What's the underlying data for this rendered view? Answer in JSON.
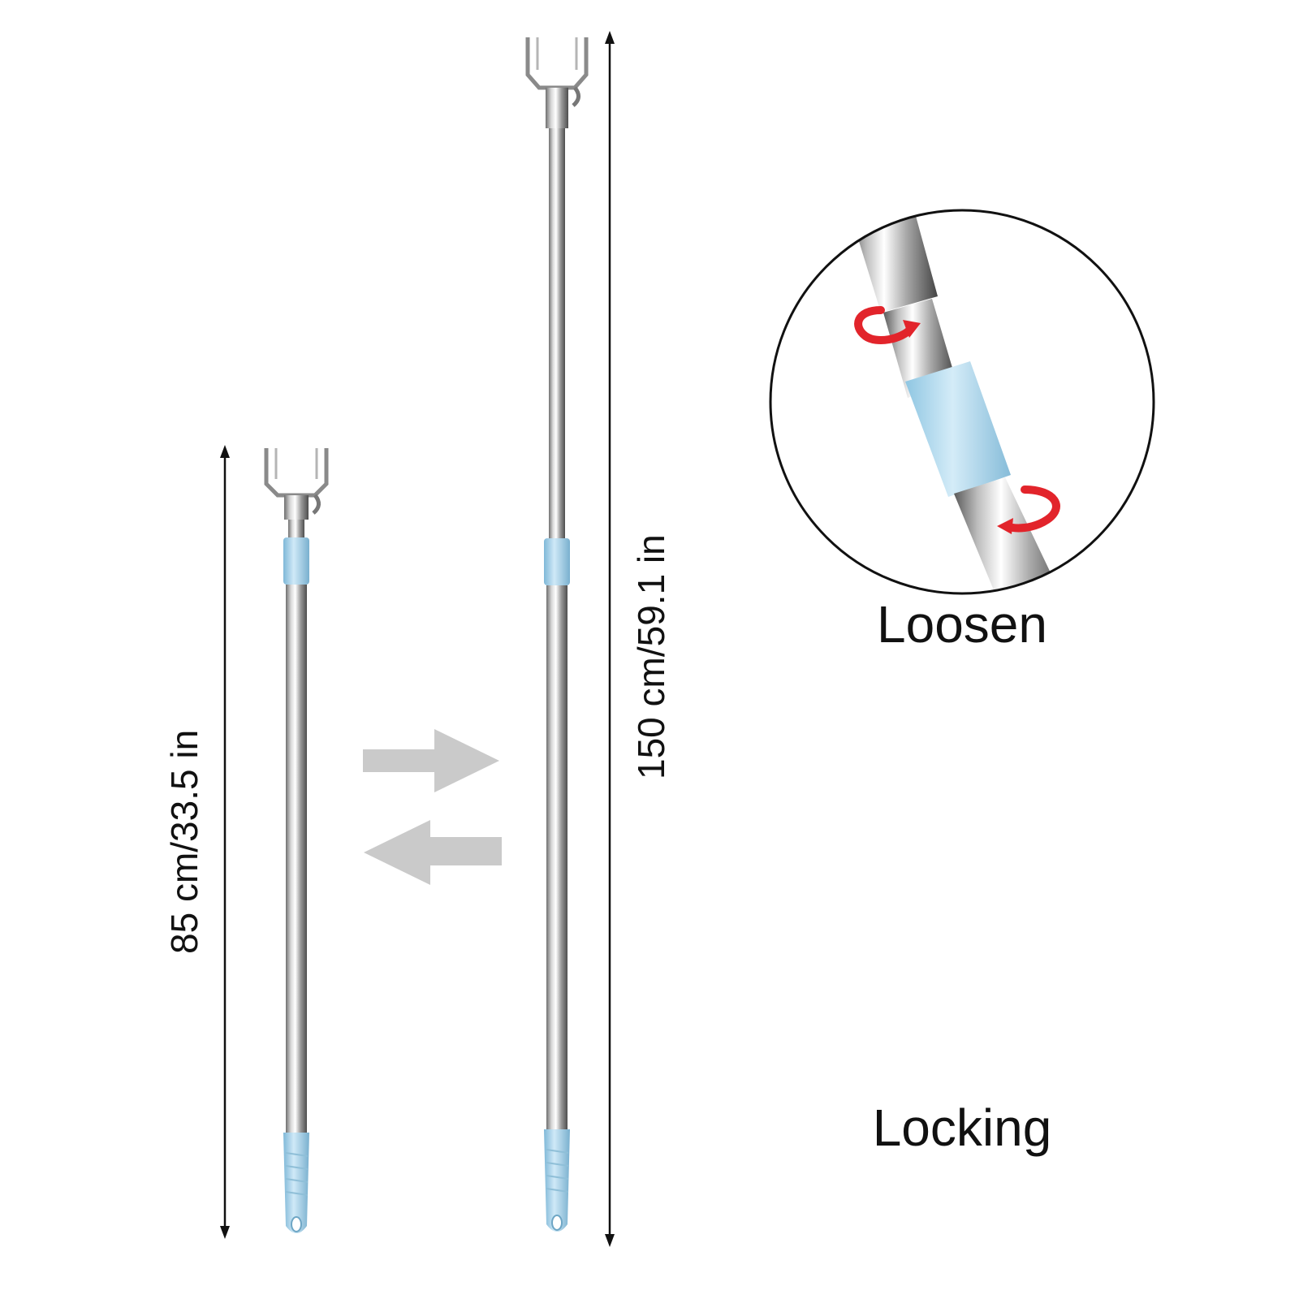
{
  "dimensions": {
    "short": "85 cm/33.5 in",
    "long": "150 cm/59.1 in"
  },
  "captions": {
    "loosen": "Loosen",
    "locking": "Locking"
  },
  "icons": {
    "extend": "arrow-right-icon",
    "retract": "arrow-left-icon",
    "rotate": "rotate-arrow-icon"
  },
  "colors": {
    "steel": "#c8c8c8",
    "grip_blue": "#a9d4ec",
    "rotate_red": "#e2242b",
    "arrow_gray": "#c9c9c9",
    "ink": "#111111"
  }
}
